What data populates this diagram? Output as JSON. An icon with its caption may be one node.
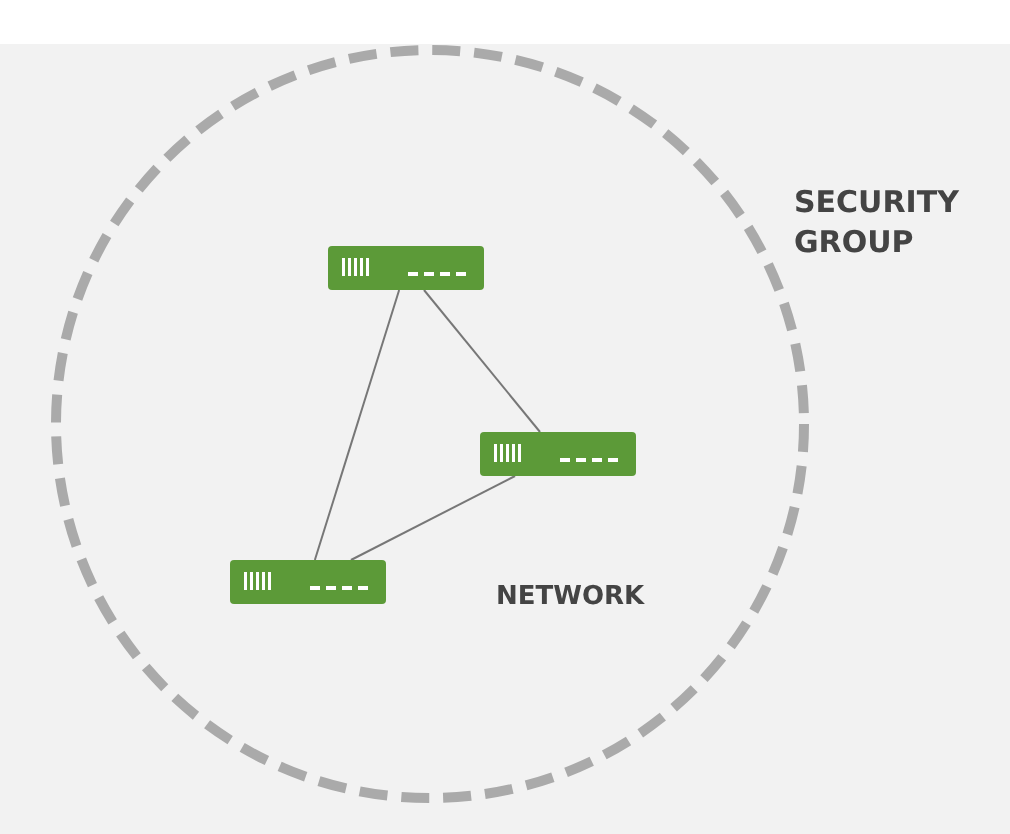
{
  "diagram": {
    "nodes": [
      {
        "text": [
          "SECURITY GROUP"
        ]
      },
      {
        "text": [],
        "shape": "box",
        "in": 0
      },
      {
        "text": [],
        "shape": "box",
        "in": 0
      },
      {
        "text": [],
        "shape": "box",
        "in": 0
      }
    ],
    "edges": [
      {
        "from": 1,
        "to": 3,
        "arrow": "none"
      },
      {
        "from": 1,
        "to": 2,
        "arrow": "none"
      },
      {
        "from": 2,
        "to": 3,
        "arrow": "none"
      }
    ],
    "labels": [
      "NETWORK"
    ]
  }
}
